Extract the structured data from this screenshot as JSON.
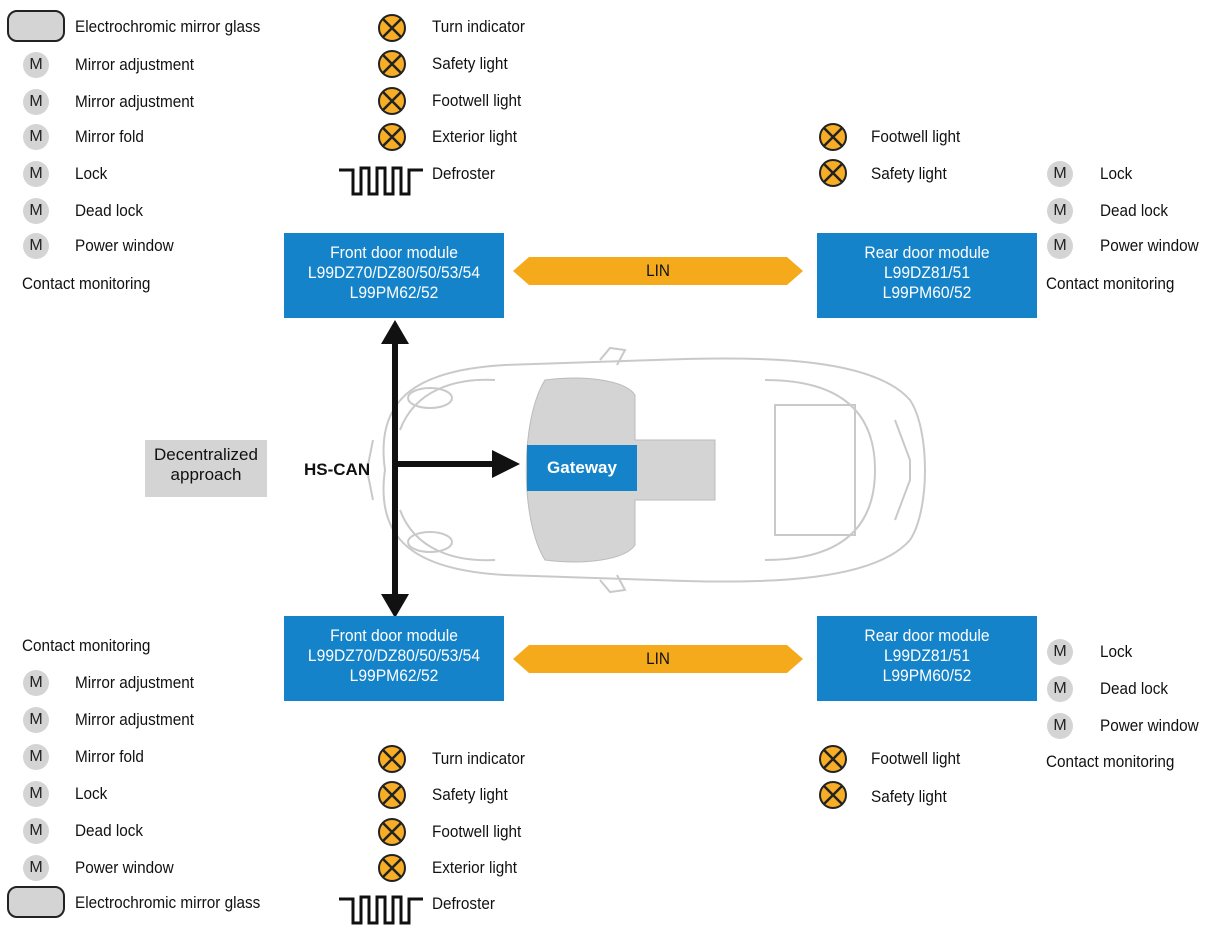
{
  "labels": {
    "electrochromic": "Electrochromic mirror glass",
    "mirror_adjustment": "Mirror adjustment",
    "mirror_fold": "Mirror fold",
    "lock": "Lock",
    "dead_lock": "Dead lock",
    "power_window": "Power window",
    "contact_monitoring": "Contact monitoring",
    "turn_indicator": "Turn indicator",
    "safety_light": "Safety light",
    "footwell_light": "Footwell light",
    "exterior_light": "Exterior light",
    "defroster": "Defroster",
    "motor_symbol": "M"
  },
  "modules": {
    "front": [
      "Front door module",
      "L99DZ70/DZ80/50/53/54",
      "L99PM62/52"
    ],
    "rear": [
      "Rear door module",
      "L99DZ81/51",
      "L99PM60/52"
    ]
  },
  "bus": {
    "lin": "LIN",
    "hscan": "HS-CAN"
  },
  "gateway": "Gateway",
  "decentralized": [
    "Decentralized",
    "approach"
  ],
  "colors": {
    "module_blue": "#1483c9",
    "lin_orange": "#f5aa1c",
    "lamp_fill": "#f7ad25",
    "gray": "#d4d4d4"
  }
}
